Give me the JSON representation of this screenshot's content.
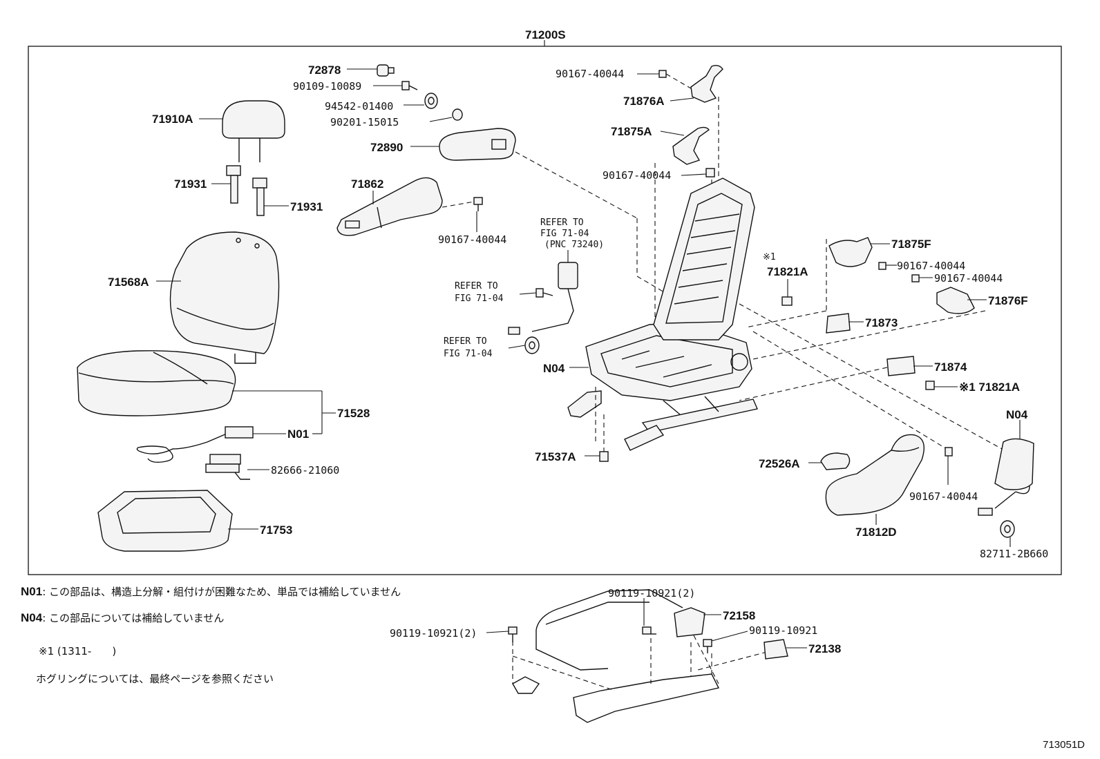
{
  "diagram": {
    "assembly_label": "71200S",
    "figure_id": "713051D",
    "parts": {
      "p72878": "72878",
      "p90109": "90109-10089",
      "p94542": "94542-01400",
      "p90201": "90201-15015",
      "p72890": "72890",
      "p71910A": "71910A",
      "p71931a": "71931",
      "p71931b": "71931",
      "p71862": "71862",
      "p90167a": "90167-40044",
      "p90167b": "90167-40044",
      "p90167c": "90167-40044",
      "p90167d": "90167-40044",
      "p90167e": "90167-40044",
      "p90167f": "90167-40044",
      "p71876A": "71876A",
      "p71875A": "71875A",
      "p71875F": "71875F",
      "p71876F": "71876F",
      "p71821A": "71821A",
      "p71821A2": "※1 71821A",
      "mark1": "※1",
      "p71873": "71873",
      "p71874": "71874",
      "p71568A": "71568A",
      "p71528": "71528",
      "pN01": "N01",
      "p82666": "82666-21060",
      "p71753": "71753",
      "pN04a": "N04",
      "pN04b": "N04",
      "p71537A": "71537A",
      "p72526A": "72526A",
      "p71812D": "71812D",
      "p82711": "82711-2B660",
      "p72158": "72158",
      "p72138": "72138",
      "p90119a": "90119-10921(2)",
      "p90119b": "90119-10921(2)",
      "p90119c": "90119-10921"
    },
    "refer": {
      "r1_l1": "REFER TO",
      "r1_l2": "FIG 71-04",
      "r1_l3": "(PNC 73240)",
      "r2_l1": "REFER TO",
      "r2_l2": "FIG 71-04",
      "r3_l1": "REFER TO",
      "r3_l2": "FIG 71-04"
    }
  },
  "notes": {
    "n01_code": "N01",
    "n01_text": ": この部品は、構造上分解・組付けが困難なため、単品では補給していません",
    "n04_code": "N04",
    "n04_text": ": この部品については補給していません",
    "mark_text": "※1 (1311-　　)",
    "grommet_text": "ホグリングについては、最終ページを参照ください"
  }
}
